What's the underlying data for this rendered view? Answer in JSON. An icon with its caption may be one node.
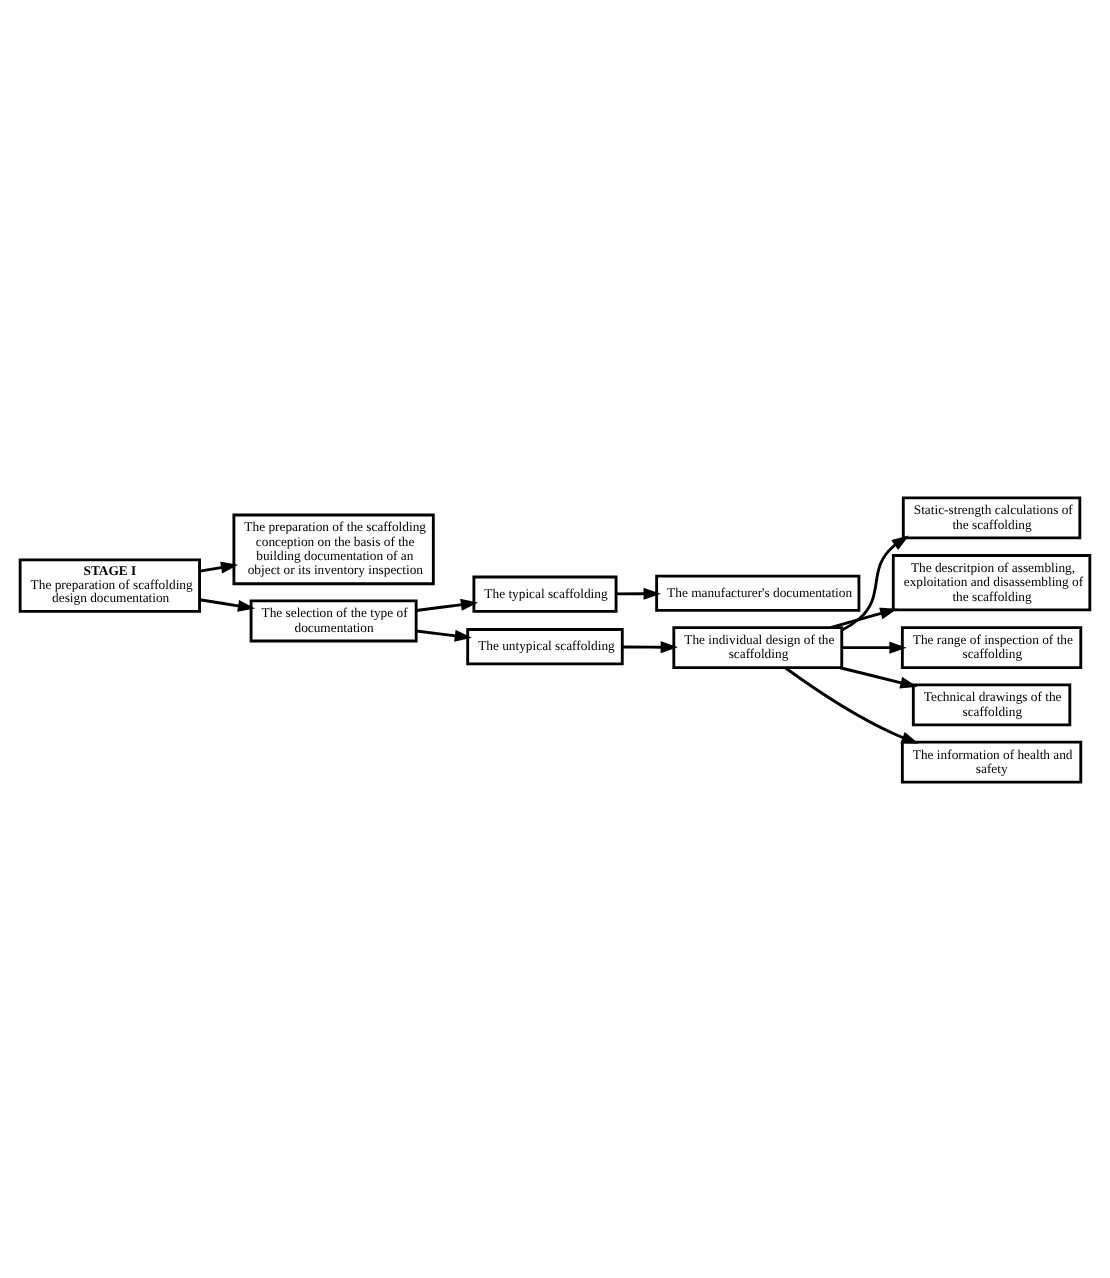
{
  "diagram": {
    "nodes": [
      {
        "text": [
          "STAGE I",
          "The preparation of scaffolding design documentation"
        ]
      },
      {
        "text": [
          "The preparation of the scaffolding conception on the basis of the building documentation of an object or its inventory inspection"
        ]
      },
      {
        "text": [
          "The selection of the type of documentation"
        ]
      },
      {
        "text": [
          "The typical scaffolding"
        ]
      },
      {
        "text": [
          "The untypical scaffolding"
        ]
      },
      {
        "text": [
          "The manufacturer's documentation"
        ]
      },
      {
        "text": [
          "The individual design of the scaffolding"
        ]
      },
      {
        "text": [
          "Static-strength calculations of the scaffolding"
        ]
      },
      {
        "text": [
          "The descritpion of assembling, exploitation and disassembling of the scaffolding"
        ]
      },
      {
        "text": [
          "The range of inspection of the scaffolding"
        ]
      },
      {
        "text": [
          "Technical drawings of the scaffolding"
        ]
      },
      {
        "text": [
          "The information of health and safety"
        ]
      }
    ],
    "edges": [
      {
        "from": 0,
        "to": 1,
        "arrow": "to"
      },
      {
        "from": 0,
        "to": 2,
        "arrow": "to"
      },
      {
        "from": 2,
        "to": 3,
        "arrow": "to"
      },
      {
        "from": 2,
        "to": 4,
        "arrow": "to"
      },
      {
        "from": 3,
        "to": 5,
        "arrow": "to"
      },
      {
        "from": 4,
        "to": 6,
        "arrow": "to"
      },
      {
        "from": 6,
        "to": 7,
        "arrow": "to"
      },
      {
        "from": 6,
        "to": 8,
        "arrow": "to"
      },
      {
        "from": 6,
        "to": 9,
        "arrow": "to"
      },
      {
        "from": 6,
        "to": 10,
        "arrow": "to"
      },
      {
        "from": 6,
        "to": 11,
        "arrow": "to"
      }
    ]
  }
}
